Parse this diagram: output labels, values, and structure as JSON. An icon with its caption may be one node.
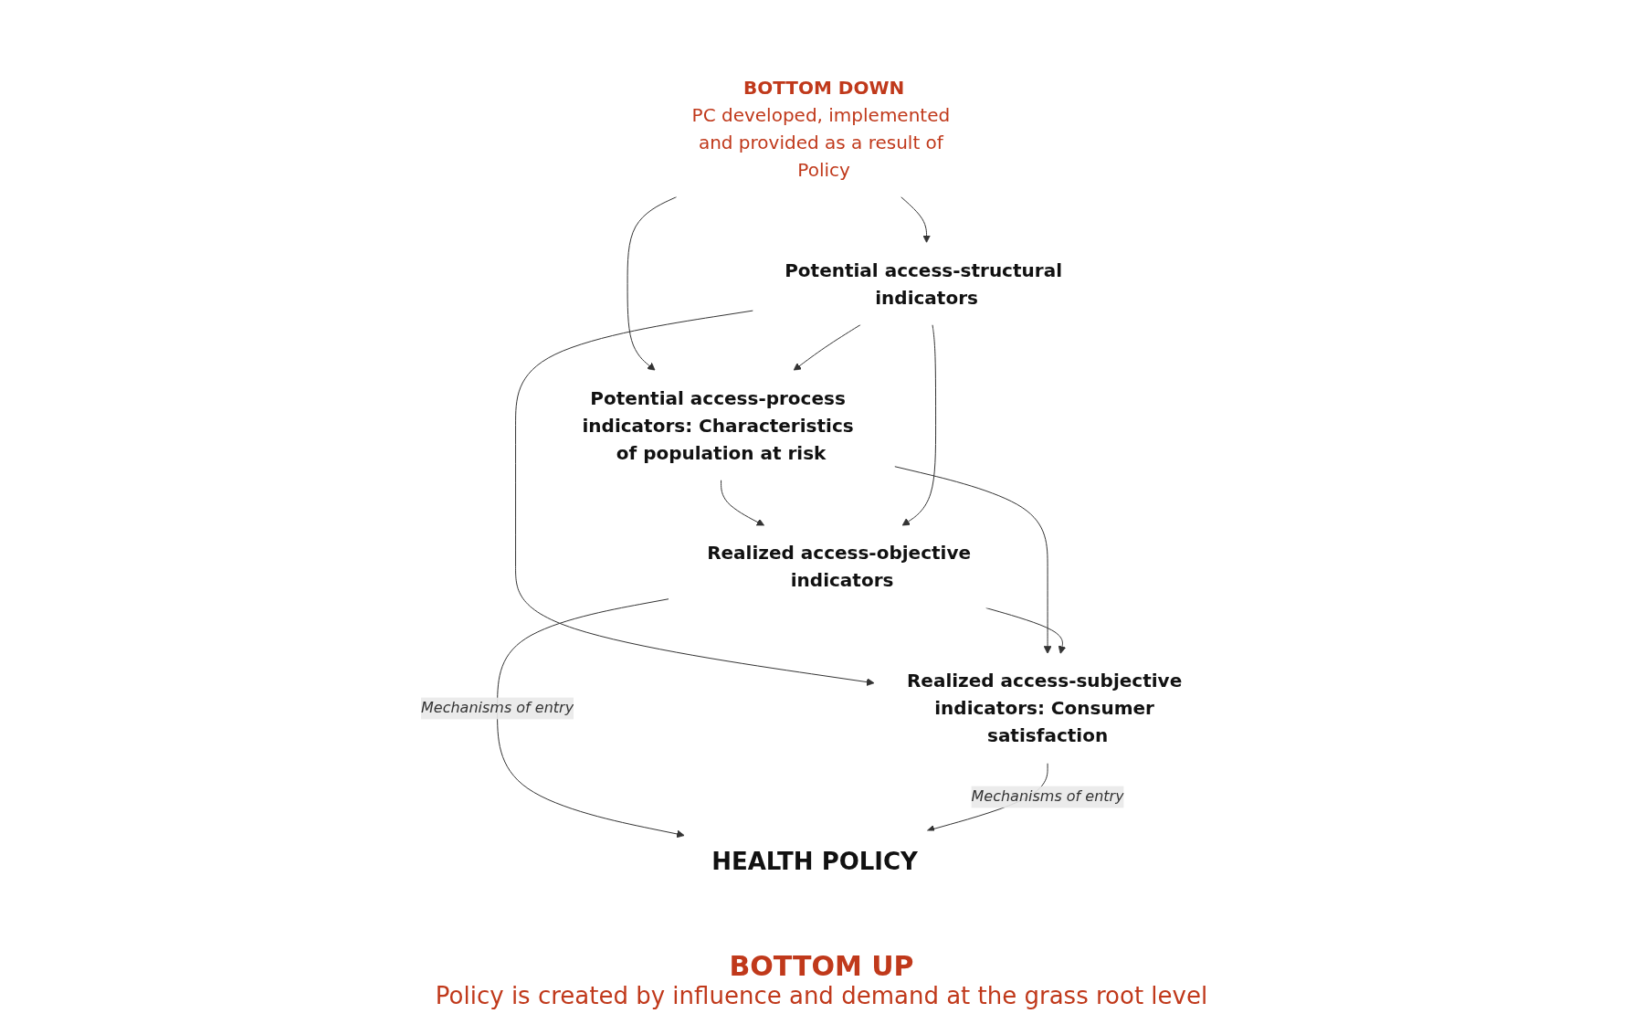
{
  "diagram": {
    "nodes": [
      {
        "text": [
          "HEALTH POLICY"
        ]
      },
      {
        "text": [
          "BOTTOM DOWN",
          "PC developed, implemented and provided as a result of Policy"
        ]
      },
      {
        "text": [
          "Potential access-structural indicators"
        ]
      },
      {
        "text": [
          "Potential access-process indicators: Characteristics of population at risk"
        ]
      },
      {
        "text": [
          "Realized access-objective indicators"
        ]
      },
      {
        "text": [
          "Realized access-subjective indicators: Consumer satisfaction"
        ]
      }
    ],
    "edges": [
      {
        "from": 1,
        "to": 2,
        "arrow": "to"
      },
      {
        "from": 1,
        "to": 3,
        "arrow": "to"
      },
      {
        "from": 2,
        "to": 3,
        "arrow": "to"
      },
      {
        "from": 2,
        "to": 5,
        "arrow": "to"
      },
      {
        "from": 3,
        "to": 4,
        "arrow": "to"
      },
      {
        "from": 2,
        "to": 4,
        "arrow": "to"
      },
      {
        "from": 3,
        "to": 5,
        "arrow": "to"
      },
      {
        "from": 4,
        "to": 5,
        "arrow": "to"
      },
      {
        "from": 4,
        "to": 0,
        "label": "Mechanisms of entry",
        "arrow": "to"
      },
      {
        "from": 5,
        "to": 0,
        "label": "Mechanisms of entry",
        "arrow": "to"
      }
    ],
    "labels": [
      "BOTTOM UP",
      "Policy is created by influence and demand at the grass root level"
    ]
  }
}
